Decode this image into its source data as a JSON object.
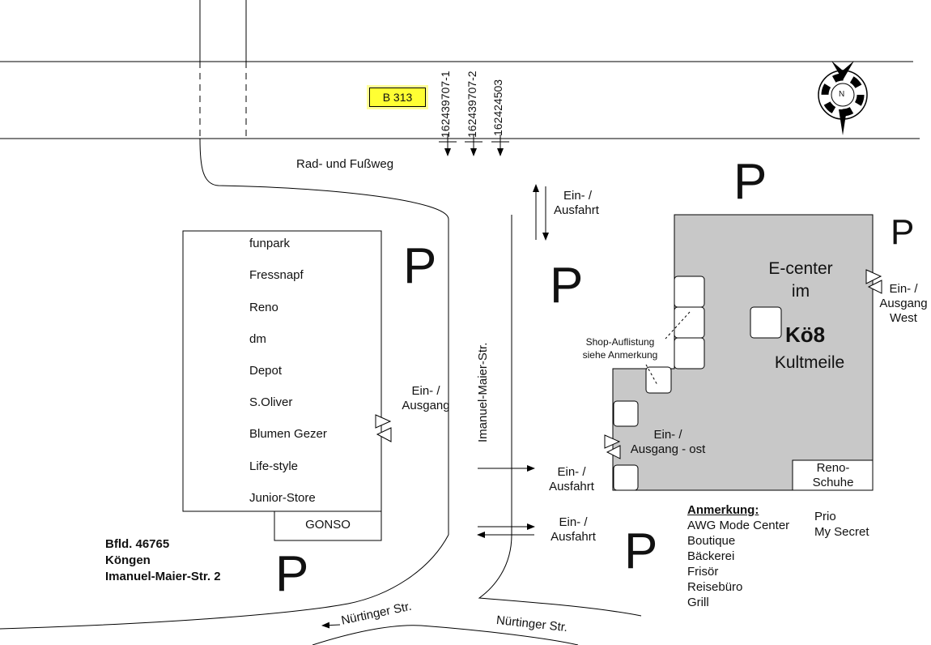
{
  "road_sign": {
    "label": "B 313"
  },
  "counters": [
    "162439707-1",
    "162439707-2",
    "162424503"
  ],
  "compass": {
    "label": "N"
  },
  "streets": {
    "bike_path": "Rad- und Fußweg",
    "imanuel": "Imanuel-Maier-Str.",
    "nuertinger_left": "Nürtinger Str.",
    "nuertinger_right": "Nürtinger Str."
  },
  "parking_symbol": "P",
  "left_building": {
    "shops": [
      "funpark",
      "Fressnapf",
      "Reno",
      "dm",
      "Depot",
      "S.Oliver",
      "Blumen Gezer",
      "Life-style",
      "Junior-Store"
    ],
    "gonso": "GONSO",
    "entrance_line1": "Ein- /",
    "entrance_line2": "Ausgang"
  },
  "entrances": {
    "top_line1": "Ein- /",
    "top_line2": "Ausfahrt",
    "mid_line1": "Ein- /",
    "mid_line2": "Ausfahrt",
    "bottom_line1": "Ein- /",
    "bottom_line2": "Ausfahrt"
  },
  "ecenter": {
    "line1": "E-center",
    "line2": "im",
    "brand": "Kö8",
    "line4": "Kultmeile",
    "reno_line1": "Reno-",
    "reno_line2": "Schuhe",
    "east_line1": "Ein- /",
    "east_line2": "Ausgang - ost",
    "west_line1": "Ein- /",
    "west_line2": "Ausgang",
    "west_line3": "West",
    "shop_note_line1": "Shop-Auflistung",
    "shop_note_line2": "siehe Anmerkung"
  },
  "note": {
    "title": "Anmerkung:",
    "items": [
      "AWG Mode Center",
      "Boutique",
      "Bäckerei",
      "Frisör",
      "Reisebüro",
      "Grill"
    ],
    "items_right": [
      "Prio",
      "My Secret"
    ]
  },
  "address": {
    "line1": "Bfld. 46765",
    "line2": "Köngen",
    "line3": "Imanuel-Maier-Str. 2"
  }
}
